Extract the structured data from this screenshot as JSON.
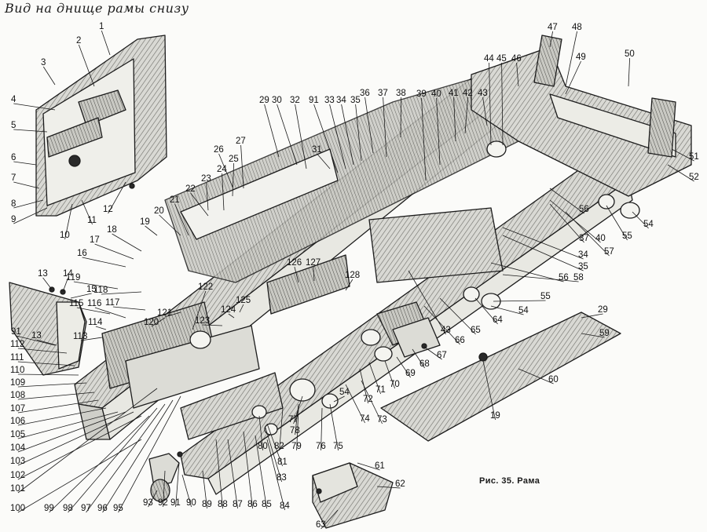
{
  "header": {
    "title": "Вид на днище рамы снизу"
  },
  "figure": {
    "caption": "Рис. 35. Рама"
  },
  "callouts": [
    {
      "id": "n1",
      "text": "1"
    },
    {
      "id": "n2",
      "text": "2"
    },
    {
      "id": "n3",
      "text": "3"
    },
    {
      "id": "n4",
      "text": "4"
    },
    {
      "id": "n5",
      "text": "5"
    },
    {
      "id": "n6",
      "text": "6"
    },
    {
      "id": "n7",
      "text": "7"
    },
    {
      "id": "n8",
      "text": "8"
    },
    {
      "id": "n9",
      "text": "9"
    },
    {
      "id": "n10",
      "text": "10"
    },
    {
      "id": "n11",
      "text": "11"
    },
    {
      "id": "n12",
      "text": "12"
    },
    {
      "id": "n13a",
      "text": "13"
    },
    {
      "id": "n14",
      "text": "14"
    },
    {
      "id": "n15",
      "text": "15"
    },
    {
      "id": "n16",
      "text": "16"
    },
    {
      "id": "n17",
      "text": "17"
    },
    {
      "id": "n18",
      "text": "18"
    },
    {
      "id": "n19a",
      "text": "19"
    },
    {
      "id": "n20",
      "text": "20"
    },
    {
      "id": "n21",
      "text": "21"
    },
    {
      "id": "n22",
      "text": "22"
    },
    {
      "id": "n23",
      "text": "23"
    },
    {
      "id": "n24",
      "text": "24"
    },
    {
      "id": "n25",
      "text": "25"
    },
    {
      "id": "n26",
      "text": "26"
    },
    {
      "id": "n27",
      "text": "27"
    },
    {
      "id": "n29a",
      "text": "29"
    },
    {
      "id": "n30",
      "text": "30"
    },
    {
      "id": "n32",
      "text": "32"
    },
    {
      "id": "n91a",
      "text": "91"
    },
    {
      "id": "n33",
      "text": "33"
    },
    {
      "id": "n34a",
      "text": "34"
    },
    {
      "id": "n35a",
      "text": "35"
    },
    {
      "id": "n36",
      "text": "36"
    },
    {
      "id": "n37a",
      "text": "37"
    },
    {
      "id": "n38",
      "text": "38"
    },
    {
      "id": "n39",
      "text": "39"
    },
    {
      "id": "n40a",
      "text": "40"
    },
    {
      "id": "n41",
      "text": "41"
    },
    {
      "id": "n42",
      "text": "42"
    },
    {
      "id": "n43a",
      "text": "43"
    },
    {
      "id": "n44",
      "text": "44"
    },
    {
      "id": "n45",
      "text": "45"
    },
    {
      "id": "n46",
      "text": "46"
    },
    {
      "id": "n47",
      "text": "47"
    },
    {
      "id": "n48",
      "text": "48"
    },
    {
      "id": "n49",
      "text": "49"
    },
    {
      "id": "n50",
      "text": "50"
    },
    {
      "id": "n51",
      "text": "51"
    },
    {
      "id": "n52",
      "text": "52"
    },
    {
      "id": "n31",
      "text": "31"
    },
    {
      "id": "n56a",
      "text": "56"
    },
    {
      "id": "n40b",
      "text": "40"
    },
    {
      "id": "n37b",
      "text": "37"
    },
    {
      "id": "n55a",
      "text": "55"
    },
    {
      "id": "n54a",
      "text": "54"
    },
    {
      "id": "n57",
      "text": "57"
    },
    {
      "id": "n34b",
      "text": "34"
    },
    {
      "id": "n35b",
      "text": "35"
    },
    {
      "id": "n56b",
      "text": "56"
    },
    {
      "id": "n58",
      "text": "58"
    },
    {
      "id": "n55b",
      "text": "55"
    },
    {
      "id": "n54b",
      "text": "54"
    },
    {
      "id": "n64",
      "text": "64"
    },
    {
      "id": "n65",
      "text": "65"
    },
    {
      "id": "n66",
      "text": "66"
    },
    {
      "id": "n43b",
      "text": "43"
    },
    {
      "id": "n29b",
      "text": "29"
    },
    {
      "id": "n59",
      "text": "59"
    },
    {
      "id": "n60",
      "text": "60"
    },
    {
      "id": "n19b",
      "text": "19"
    },
    {
      "id": "n67",
      "text": "67"
    },
    {
      "id": "n68",
      "text": "68"
    },
    {
      "id": "n69",
      "text": "69"
    },
    {
      "id": "n70",
      "text": "70"
    },
    {
      "id": "n71",
      "text": "71"
    },
    {
      "id": "n72",
      "text": "72"
    },
    {
      "id": "n73",
      "text": "73"
    },
    {
      "id": "n74",
      "text": "74"
    },
    {
      "id": "n126",
      "text": "126"
    },
    {
      "id": "n127",
      "text": "127"
    },
    {
      "id": "n128",
      "text": "128"
    },
    {
      "id": "n119",
      "text": "119"
    },
    {
      "id": "n118",
      "text": "118"
    },
    {
      "id": "n115",
      "text": "115"
    },
    {
      "id": "n116",
      "text": "116"
    },
    {
      "id": "n117",
      "text": "117"
    },
    {
      "id": "n114",
      "text": "114"
    },
    {
      "id": "n113",
      "text": "113"
    },
    {
      "id": "n120",
      "text": "120"
    },
    {
      "id": "n121",
      "text": "121"
    },
    {
      "id": "n122",
      "text": "122"
    },
    {
      "id": "n123",
      "text": "123"
    },
    {
      "id": "n124",
      "text": "124"
    },
    {
      "id": "n125",
      "text": "125"
    },
    {
      "id": "n91b",
      "text": "91"
    },
    {
      "id": "n13b",
      "text": "13"
    },
    {
      "id": "n112",
      "text": "112"
    },
    {
      "id": "n111",
      "text": "111"
    },
    {
      "id": "n110",
      "text": "110"
    },
    {
      "id": "n109",
      "text": "109"
    },
    {
      "id": "n108",
      "text": "108"
    },
    {
      "id": "n107",
      "text": "107"
    },
    {
      "id": "n106",
      "text": "106"
    },
    {
      "id": "n105",
      "text": "105"
    },
    {
      "id": "n104",
      "text": "104"
    },
    {
      "id": "n103",
      "text": "103"
    },
    {
      "id": "n102",
      "text": "102"
    },
    {
      "id": "n101",
      "text": "101"
    },
    {
      "id": "n100",
      "text": "100"
    },
    {
      "id": "n99",
      "text": "99"
    },
    {
      "id": "n98",
      "text": "98"
    },
    {
      "id": "n97",
      "text": "97"
    },
    {
      "id": "n96",
      "text": "96"
    },
    {
      "id": "n95",
      "text": "95"
    },
    {
      "id": "n93",
      "text": "93"
    },
    {
      "id": "n92",
      "text": "92"
    },
    {
      "id": "n91c",
      "text": "91"
    },
    {
      "id": "n90",
      "text": "90"
    },
    {
      "id": "n89",
      "text": "89"
    },
    {
      "id": "n88",
      "text": "88"
    },
    {
      "id": "n87",
      "text": "87"
    },
    {
      "id": "n86",
      "text": "86"
    },
    {
      "id": "n85",
      "text": "85"
    },
    {
      "id": "n84",
      "text": "84"
    },
    {
      "id": "n83",
      "text": "83"
    },
    {
      "id": "n81",
      "text": "81"
    },
    {
      "id": "n80",
      "text": "80"
    },
    {
      "id": "n82",
      "text": "82"
    },
    {
      "id": "n79",
      "text": "79"
    },
    {
      "id": "n78",
      "text": "78"
    },
    {
      "id": "n77",
      "text": "77"
    },
    {
      "id": "n76",
      "text": "76"
    },
    {
      "id": "n75",
      "text": "75"
    },
    {
      "id": "n54c",
      "text": "54"
    },
    {
      "id": "n61",
      "text": "61"
    },
    {
      "id": "n62",
      "text": "62"
    },
    {
      "id": "n63",
      "text": "63"
    }
  ]
}
